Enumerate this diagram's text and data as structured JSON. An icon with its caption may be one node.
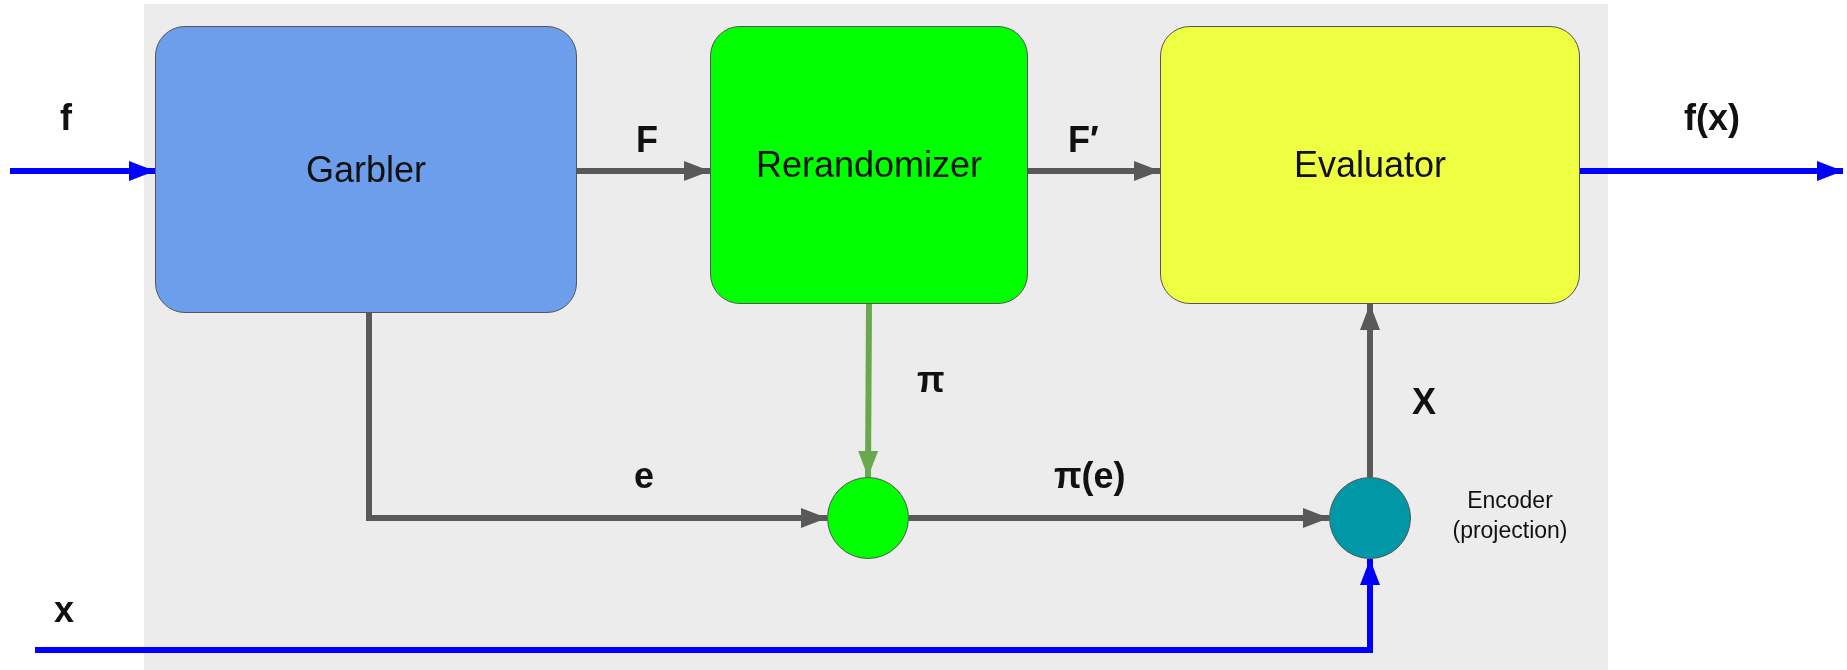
{
  "diagram": {
    "nodes": [
      {
        "text": [
          "Garbler"
        ]
      },
      {
        "text": [
          "Rerandomizer"
        ]
      },
      {
        "text": [
          "Evaluator"
        ]
      },
      {
        "text": [],
        "shape": "circle"
      },
      {
        "text": [],
        "shape": "circle",
        "beside": [
          "Encoder (projection)"
        ]
      }
    ],
    "edges": [
      {
        "from": null,
        "to": 0,
        "arrow": "to",
        "label": "f",
        "color": "#0000ff"
      },
      {
        "from": 0,
        "to": 1,
        "arrow": "to",
        "label": "F"
      },
      {
        "from": 1,
        "to": 2,
        "arrow": "to",
        "label": "F′"
      },
      {
        "from": 2,
        "to": null,
        "arrow": "to",
        "label": "f(x)",
        "color": "#0000ff"
      },
      {
        "from": 1,
        "to": 3,
        "arrow": "to",
        "label": "π",
        "color": "#6aa84f"
      },
      {
        "from": 0,
        "to": 3,
        "arrow": "to",
        "label": "e"
      },
      {
        "from": 3,
        "to": 4,
        "arrow": "to",
        "label": "π(e)"
      },
      {
        "from": 4,
        "to": 2,
        "arrow": "to",
        "label": "X"
      },
      {
        "from": null,
        "to": 4,
        "arrow": "to",
        "label": "x",
        "color": "#0000ff"
      }
    ]
  }
}
